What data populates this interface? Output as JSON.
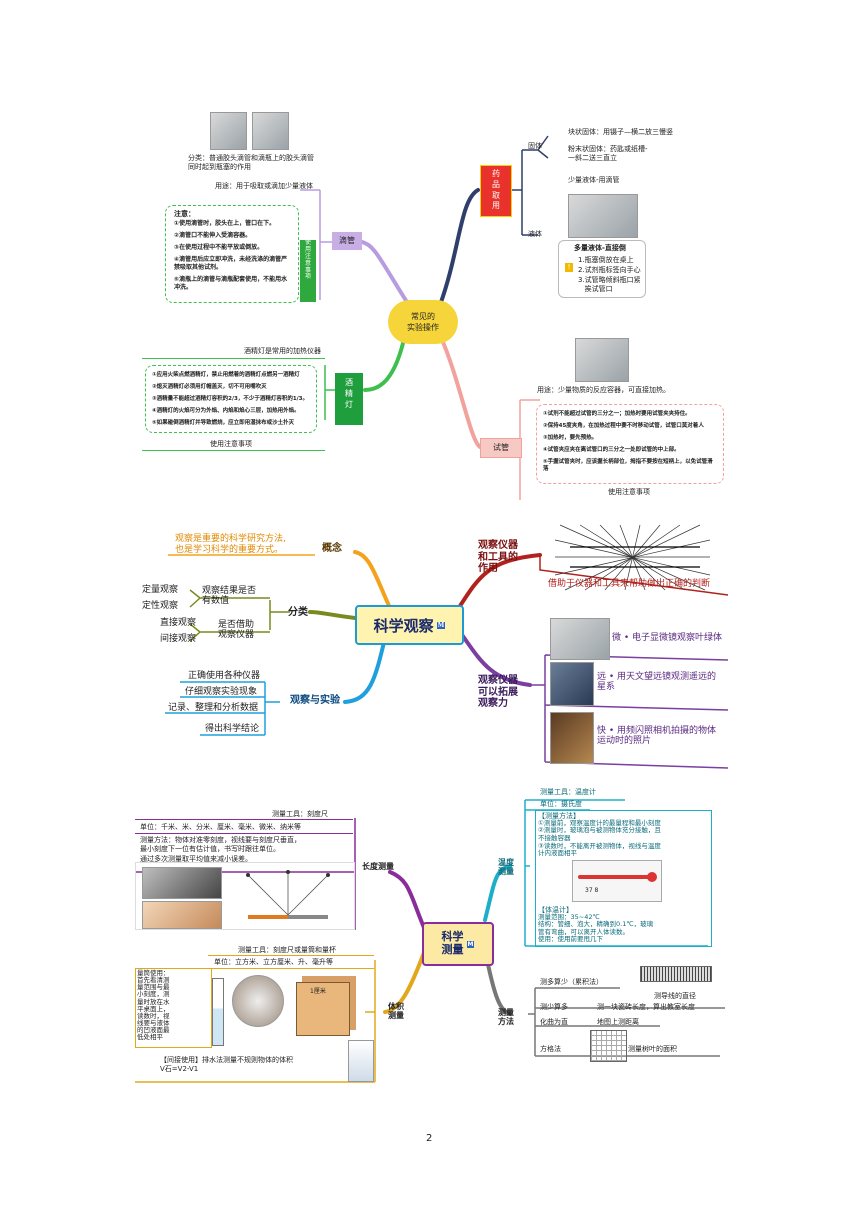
{
  "page_number": "2",
  "map1": {
    "center": "常见的\n实验操作",
    "dropper": {
      "label": "滴管",
      "classify": "分类：普通胶头滴管和滴瓶上的胶头滴管\n同时起到瓶塞的作用",
      "use": "用途：用于吸取或滴加少量液体",
      "notes_title": "注意：",
      "notes": [
        "①使用滴管时，胶头在上，管口在下。",
        "②滴管口不能伸入受滴容器。",
        "③在使用过程中不能平放或倒放。",
        "④滴管用后应立即冲洗，未经洗涤的滴管严禁吸取其他试剂。",
        "⑤滴瓶上的滴管与滴瓶配套使用，不能用水冲洗。"
      ],
      "side_label": "使\n用\n注\n意\n事\n项"
    },
    "lamp": {
      "label": "酒\n精\n灯",
      "top": "酒精灯是常用的加热仪器",
      "notes": [
        "①应用火柴点燃酒精灯，禁止用燃着的酒精灯点燃另一酒精灯",
        "②熄灭酒精灯必须用灯帽盖灭，切不可用嘴吹灭",
        "③酒精量不能超过酒精灯容积的2/3，不少于酒精灯容积的1/3。",
        "④酒精灯的火焰可分为外焰、内焰和焰心三层，加热用外焰。",
        "⑤如果碰倒酒精灯并导致燃烧，应立即用湿抹布或沙土扑灭"
      ],
      "bottom": "使用注意事项"
    },
    "drug": {
      "label": "药\n品\n取\n用",
      "solid": "固体",
      "block": "块状固体：用镊子—横二放三慢竖",
      "powder": "粉末状固体：药匙或纸槽-\n一斜二送三直立",
      "liquid": "液体",
      "small": "少量液体-用滴管",
      "pour_title": "多量液体-直接倒",
      "pour": [
        "1.瓶塞倒放在桌上",
        "2.试剂瓶标签向手心",
        "3.试管略倾斜瓶口紧\n   挨试管口"
      ]
    },
    "tube": {
      "label": "试管",
      "use": "用途：少量物质的反应容器，可直接加热。",
      "notes": [
        "①试剂不能超过试管的三分之一；加热时要用试管夹夹持住。",
        "②保持45度夹角，在加热过程中要不时移动试管，试管口莫对着人",
        "③加热时，要先预热。",
        "④试管夹应夹在离试管口的三分之一处即试管的中上部。",
        "⑤手握试管夹时，应该握长柄部位，拇指不要按在短柄上，以免试管滑落"
      ],
      "bottom": "使用注意事项"
    }
  },
  "map2": {
    "center": "科学观察",
    "concept": {
      "label": "概念",
      "text": "观察是重要的科学研究方法,\n也是学习科学的重要方式。"
    },
    "classify": {
      "label": "分类",
      "g1": "观察结果是否\n有数值",
      "g1a": "定量观察",
      "g1b": "定性观察",
      "g2": "是否借助\n观察仪器",
      "g2a": "直接观察",
      "g2b": "间接观察"
    },
    "exp": {
      "label": "观察与实验",
      "items": [
        "正确使用各种仪器",
        "仔细观察实验现象",
        "记录、整理和分析数据",
        "得出科学结论"
      ]
    },
    "tools": {
      "label": "观察仪器\n和工具的\n作用",
      "text": "借助于仪器和工具来帮助做出正确的判断"
    },
    "extend": {
      "label": "观察仪器\n可以拓展\n观察力",
      "items": [
        "微 • 电子显微镜观察叶绿体",
        "远 • 用天文望远镜观测遥远的\n星系",
        "快 • 用频闪照相机拍摄的物体\n运动时的照片"
      ]
    }
  },
  "map3": {
    "center": "科学\n测量",
    "length": {
      "label": "长度测量",
      "tool": "测量工具：刻度尺",
      "unit": "单位：千米、米、分米、厘米、毫米、微米、纳米等",
      "method": "测量方法：物体对准零刻度，视线要与刻度尺垂直，\n最小刻度下一位有估计值，书写时跟往单位。\n通过多次测量取平均值来减小误差。"
    },
    "volume": {
      "label": "体积\n测量",
      "tool": "测量工具：刻度尺或量筒和量杯",
      "unit": "单位：立方米、立方厘米、升、毫升等",
      "cylinder": "量筒使用：\n首先看清测\n量范围与最\n小刻度，测\n量时放在水\n平桌面上，\n读数时，视\n线要与液体\n的凹液面最\n低处相平",
      "indirect": "【间接使用】排水法测量不规则物体的体积\nV石=V2-V1",
      "cube_label": "1厘米"
    },
    "temp": {
      "label": "温度\n测量",
      "tool": "测量工具：温度计",
      "unit": "单位：摄氏度",
      "method_title": "【测量方法】",
      "method": "①测量前，观察温度计的最量程和最小刻度\n②测量时，玻璃泡与被测物体充分接触，且\n不接触容器",
      "read": "③读数时，不能离开被测物体，视线与温度\n计内液面相平",
      "therm_title": "【体温计】",
      "therm": "测量范围：35~42℃\n结构：管细、泡大，精确到0.1℃，玻璃\n管有弯曲，可以离开人体读数。\n使用：使用前要甩几下",
      "scale": "37  8"
    },
    "method": {
      "label": "测量\n方法",
      "a": "测多算少（累积法）",
      "a2": "测导线的直径",
      "b": "测少算多",
      "b2": "测一块瓷砖长度，算出教室长度",
      "c": "化曲为直",
      "c2": "地图上测距离",
      "d": "方格法",
      "d2": "测量树叶的面积"
    }
  }
}
